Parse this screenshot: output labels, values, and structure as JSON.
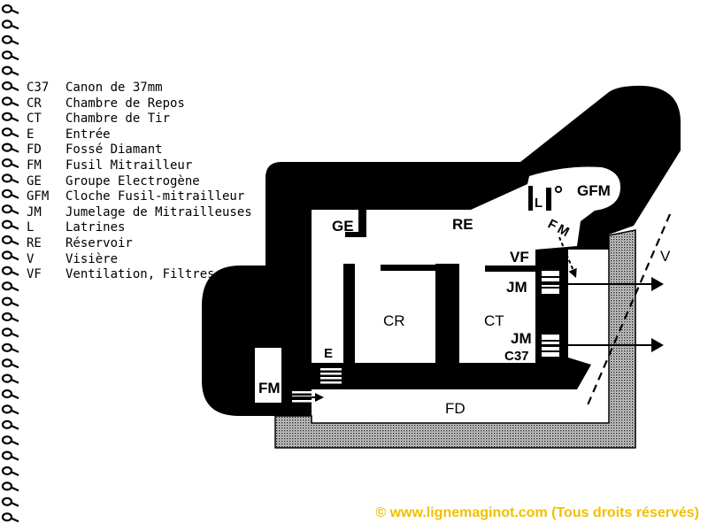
{
  "legend": {
    "items": [
      {
        "code": "C37",
        "label": "Canon de 37mm"
      },
      {
        "code": "CR",
        "label": "Chambre de Repos"
      },
      {
        "code": "CT",
        "label": "Chambre de Tir"
      },
      {
        "code": "E",
        "label": "Entrée"
      },
      {
        "code": "FD",
        "label": "Fossé Diamant"
      },
      {
        "code": "FM",
        "label": "Fusil Mitrailleur"
      },
      {
        "code": "GE",
        "label": "Groupe Electrogène"
      },
      {
        "code": "GFM",
        "label": "Cloche Fusil-mitrailleur"
      },
      {
        "code": "JM",
        "label": "Jumelage de Mitrailleuses"
      },
      {
        "code": "L",
        "label": "Latrines"
      },
      {
        "code": "RE",
        "label": "Réservoir"
      },
      {
        "code": "V",
        "label": "Visière"
      },
      {
        "code": "VF",
        "label": "Ventilation, Filtres"
      }
    ]
  },
  "plan": {
    "labels": {
      "ge": "GE",
      "re": "RE",
      "latrines": "L",
      "gfm": "GFM",
      "fm_cloche": "FM",
      "vf": "VF",
      "jm_upper": "JM",
      "jm_lower": "JM",
      "c37": "C37",
      "cr": "CR",
      "ct": "CT",
      "e": "E",
      "fm_entrance": "FM",
      "fd": "FD",
      "v": "V"
    }
  },
  "copyright": "© www.lignemaginot.com (Tous droits réservés)",
  "colors": {
    "walls": "#000000",
    "background": "#ffffff",
    "copyright_text": "#f0c000"
  }
}
